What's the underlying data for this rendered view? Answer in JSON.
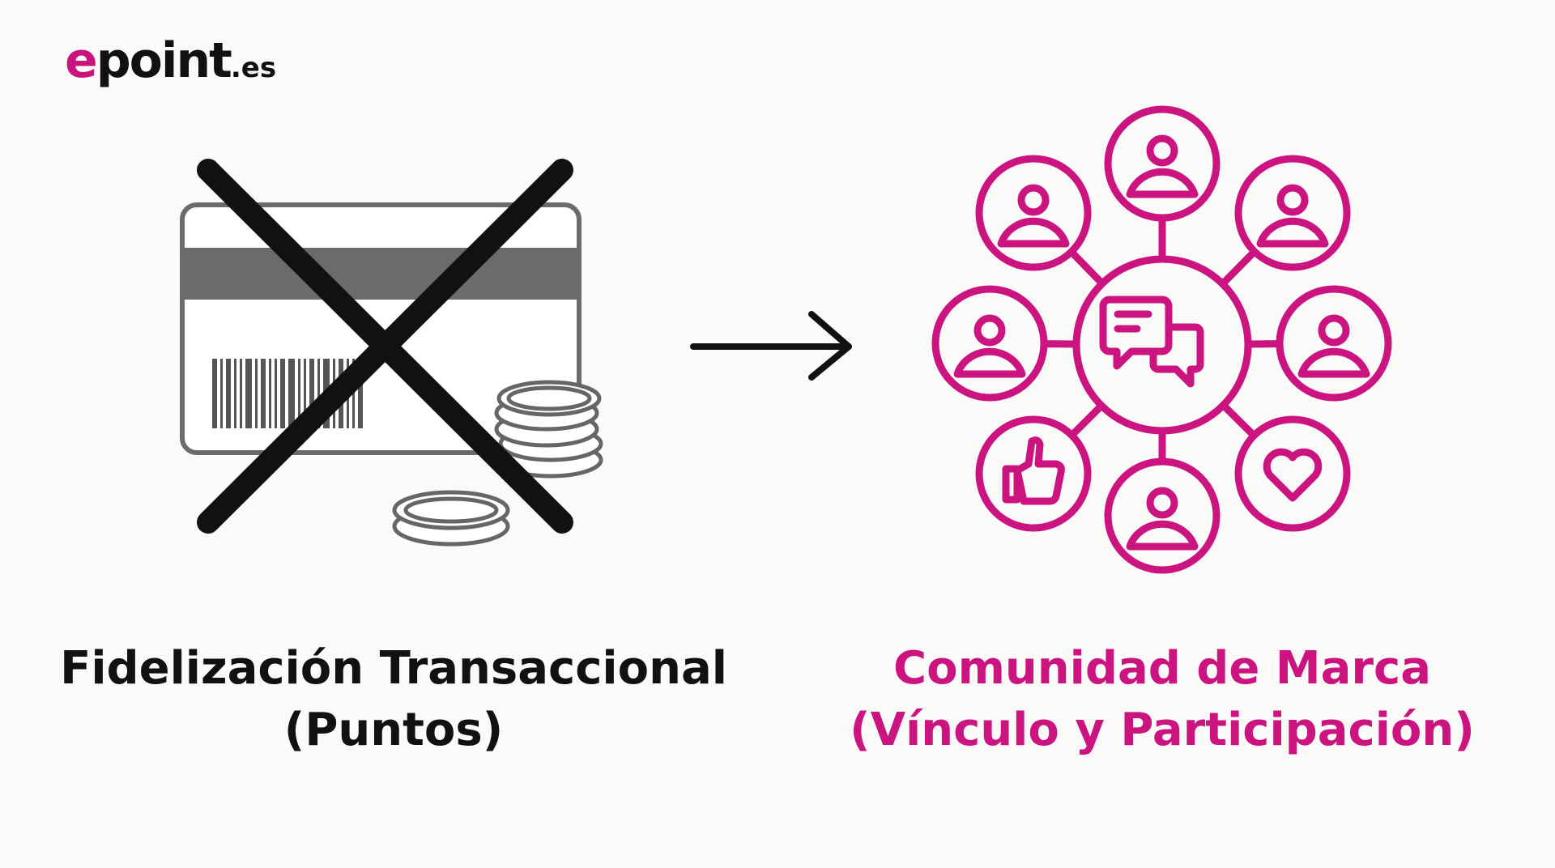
{
  "logo": {
    "brand_e": "e",
    "brand_rest": "point",
    "tld": ".es"
  },
  "left": {
    "title": "Fidelización Transaccional",
    "subtitle": "(Puntos)"
  },
  "right": {
    "title": "Comunidad de Marca",
    "subtitle": "(Vínculo y Participación)"
  },
  "colors": {
    "accent": "#cc1480",
    "dark": "#111111",
    "gray": "#6b6b6b",
    "background": "#fafaf9"
  },
  "icons": [
    "loyalty-card-icon",
    "barcode-icon",
    "coins-icon",
    "cross-out-icon",
    "arrow-right-icon",
    "community-network-icon",
    "chat-bubbles-icon",
    "user-icon",
    "thumbs-up-icon",
    "heart-icon"
  ]
}
